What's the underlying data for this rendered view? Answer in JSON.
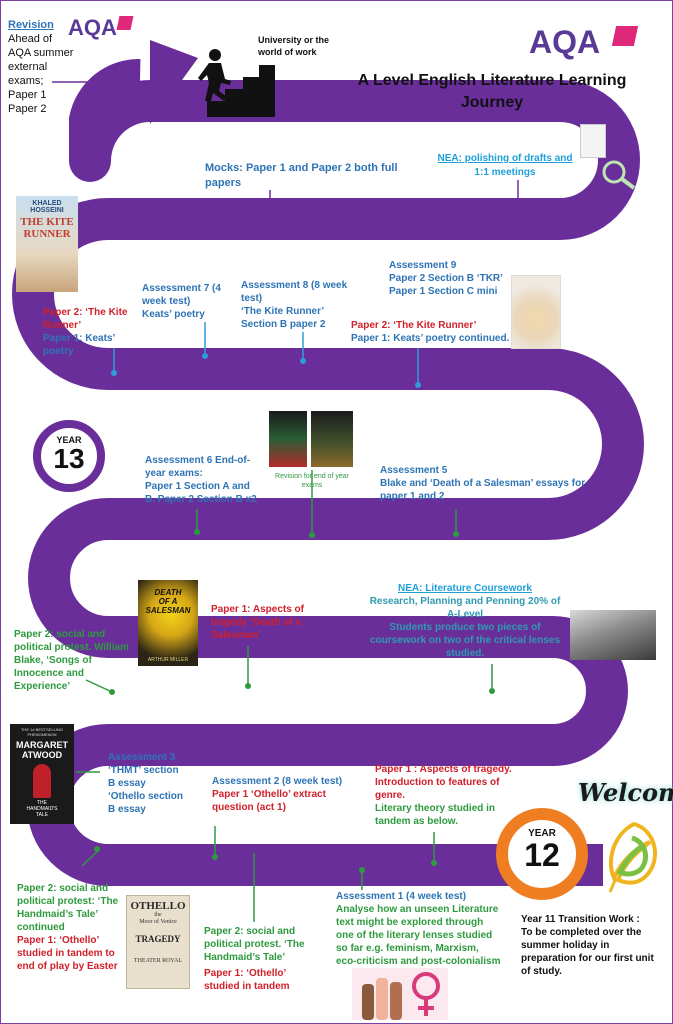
{
  "header": {
    "brand": "AQA",
    "title_line1": "A Level English Literature Learning",
    "title_line2": "Journey",
    "goal": "University or the world of work"
  },
  "revision": {
    "heading": "Revision",
    "lines": [
      "Ahead of",
      "AQA summer",
      "external",
      "exams;",
      "Paper 1",
      "Paper 2"
    ]
  },
  "covers": {
    "kite_runner": {
      "author": "KHALED HOSSEINI",
      "title1": "THE KITE",
      "title2": "RUNNER"
    },
    "handmaid": {
      "pre": "THE 1# BESTSELLING PHENOMENON",
      "author1": "MARGARET",
      "author2": "ATWOOD",
      "title1": "THE",
      "title2": "HANDMAID'S",
      "title3": "TALE"
    },
    "salesman": {
      "title1": "DEATH",
      "title2": "OF A",
      "title3": "SALESMAN",
      "author": "ARTHUR MILLER"
    },
    "othello": {
      "title1": "OTHELLO",
      "title2": "the",
      "title3": "Moor of Venice",
      "title4": "TRAGEDY",
      "title5": "THEATER ROYAL"
    },
    "revision_books_caption": "Revision for end of year exams",
    "welcome": "Welcome"
  },
  "year13": {
    "label": "YEAR",
    "number": "13"
  },
  "year12": {
    "label": "YEAR",
    "number": "12"
  },
  "nodes": {
    "mocks": [
      "Mocks: Paper 1 and Paper 2 both full",
      "papers"
    ],
    "nea_polish": [
      "NEA: polishing of drafts and",
      "1:1 meetings"
    ],
    "kite_p2": [
      "Paper 2: ‘The Kite",
      "Runner’"
    ],
    "kite_p1": [
      "Paper 1: Keats’",
      "poetry"
    ],
    "a7": [
      "Assessment  7 (4",
      "week test)",
      "Keats’ poetry"
    ],
    "a8": [
      "Assessment  8 (8 week",
      "test)",
      "‘The Kite Runner’",
      "Section B paper 2"
    ],
    "a9": [
      "Assessment 9",
      "Paper 2 Section B ‘TKR’",
      "Paper 1 Section C mini"
    ],
    "kite_cont_red": "Paper 2: ‘The Kite Runner’",
    "kite_cont_blue": "Paper 1: Keats’ poetry continued.",
    "a6": [
      "Assessment  6 End-of-",
      "year exams:",
      "Paper 1 Section A and",
      "B. Paper 2 Section B x2"
    ],
    "a5": [
      "Assessment  5",
      "Blake and ‘Death of a Salesman’ essays for",
      "paper 1 and 2"
    ],
    "tragedy_salesman": [
      "Paper 1: Aspects of",
      "tragedy ‘Death of a",
      "Salesman’"
    ],
    "nea_heading": "NEA: Literature Coursework",
    "nea_lines": [
      "Research, Planning and Penning 20% of",
      "A-Level",
      "Students produce two pieces of",
      "coursework on two of the critical lenses",
      "studied."
    ],
    "protest_blake": [
      "Paper 2: social and",
      "political protest. William",
      "Blake, ‘Songs of",
      "Innocence and",
      "Experience’"
    ],
    "a3": [
      "Assessment 3",
      "‘THMT’ section",
      "B essay",
      "‘Othello section",
      "B essay"
    ],
    "a2_blue": "Assessment 2 (8 week test)",
    "a2_red": [
      "Paper 1 ‘Othello’ extract",
      "question (act 1)"
    ],
    "tragedy_intro_red": [
      "Paper 1 : Aspects of tragedy.",
      "Introduction to features of",
      "genre."
    ],
    "tragedy_intro_green": [
      "Literary theory studied in",
      "tandem as below."
    ],
    "handmaid_cont_green": [
      "Paper 2: social and",
      "political protest: ‘The",
      "Handmaid’s Tale’",
      "continued"
    ],
    "handmaid_cont_red": [
      "Paper 1: ‘Othello’",
      "studied in tandem to",
      "end of play by Easter"
    ],
    "protest_handmaid": [
      "Paper 2: social and",
      "political protest. ‘The",
      "Handmaid’s Tale’"
    ],
    "othello_tandem": [
      "Paper 1: ‘Othello’",
      "studied in tandem"
    ],
    "a1_blue": "Assessment 1 (4 week test)",
    "a1_green": [
      "Analyse how an unseen Literature",
      "text might be explored through",
      "one of the literary lenses studied",
      "so far e.g. feminism, Marxism,",
      "eco-criticism and post-colonialism"
    ],
    "transition": [
      "Year 11 Transition Work :",
      "To be completed over the",
      "summer holiday in",
      "preparation for our first unit",
      "of study."
    ]
  },
  "colors": {
    "road": "#6a2e9b",
    "blue": "#2e74b5",
    "red": "#d0202a",
    "green": "#2e9a3e",
    "orange": "#ef7d22",
    "brand": "#5a3a97"
  }
}
